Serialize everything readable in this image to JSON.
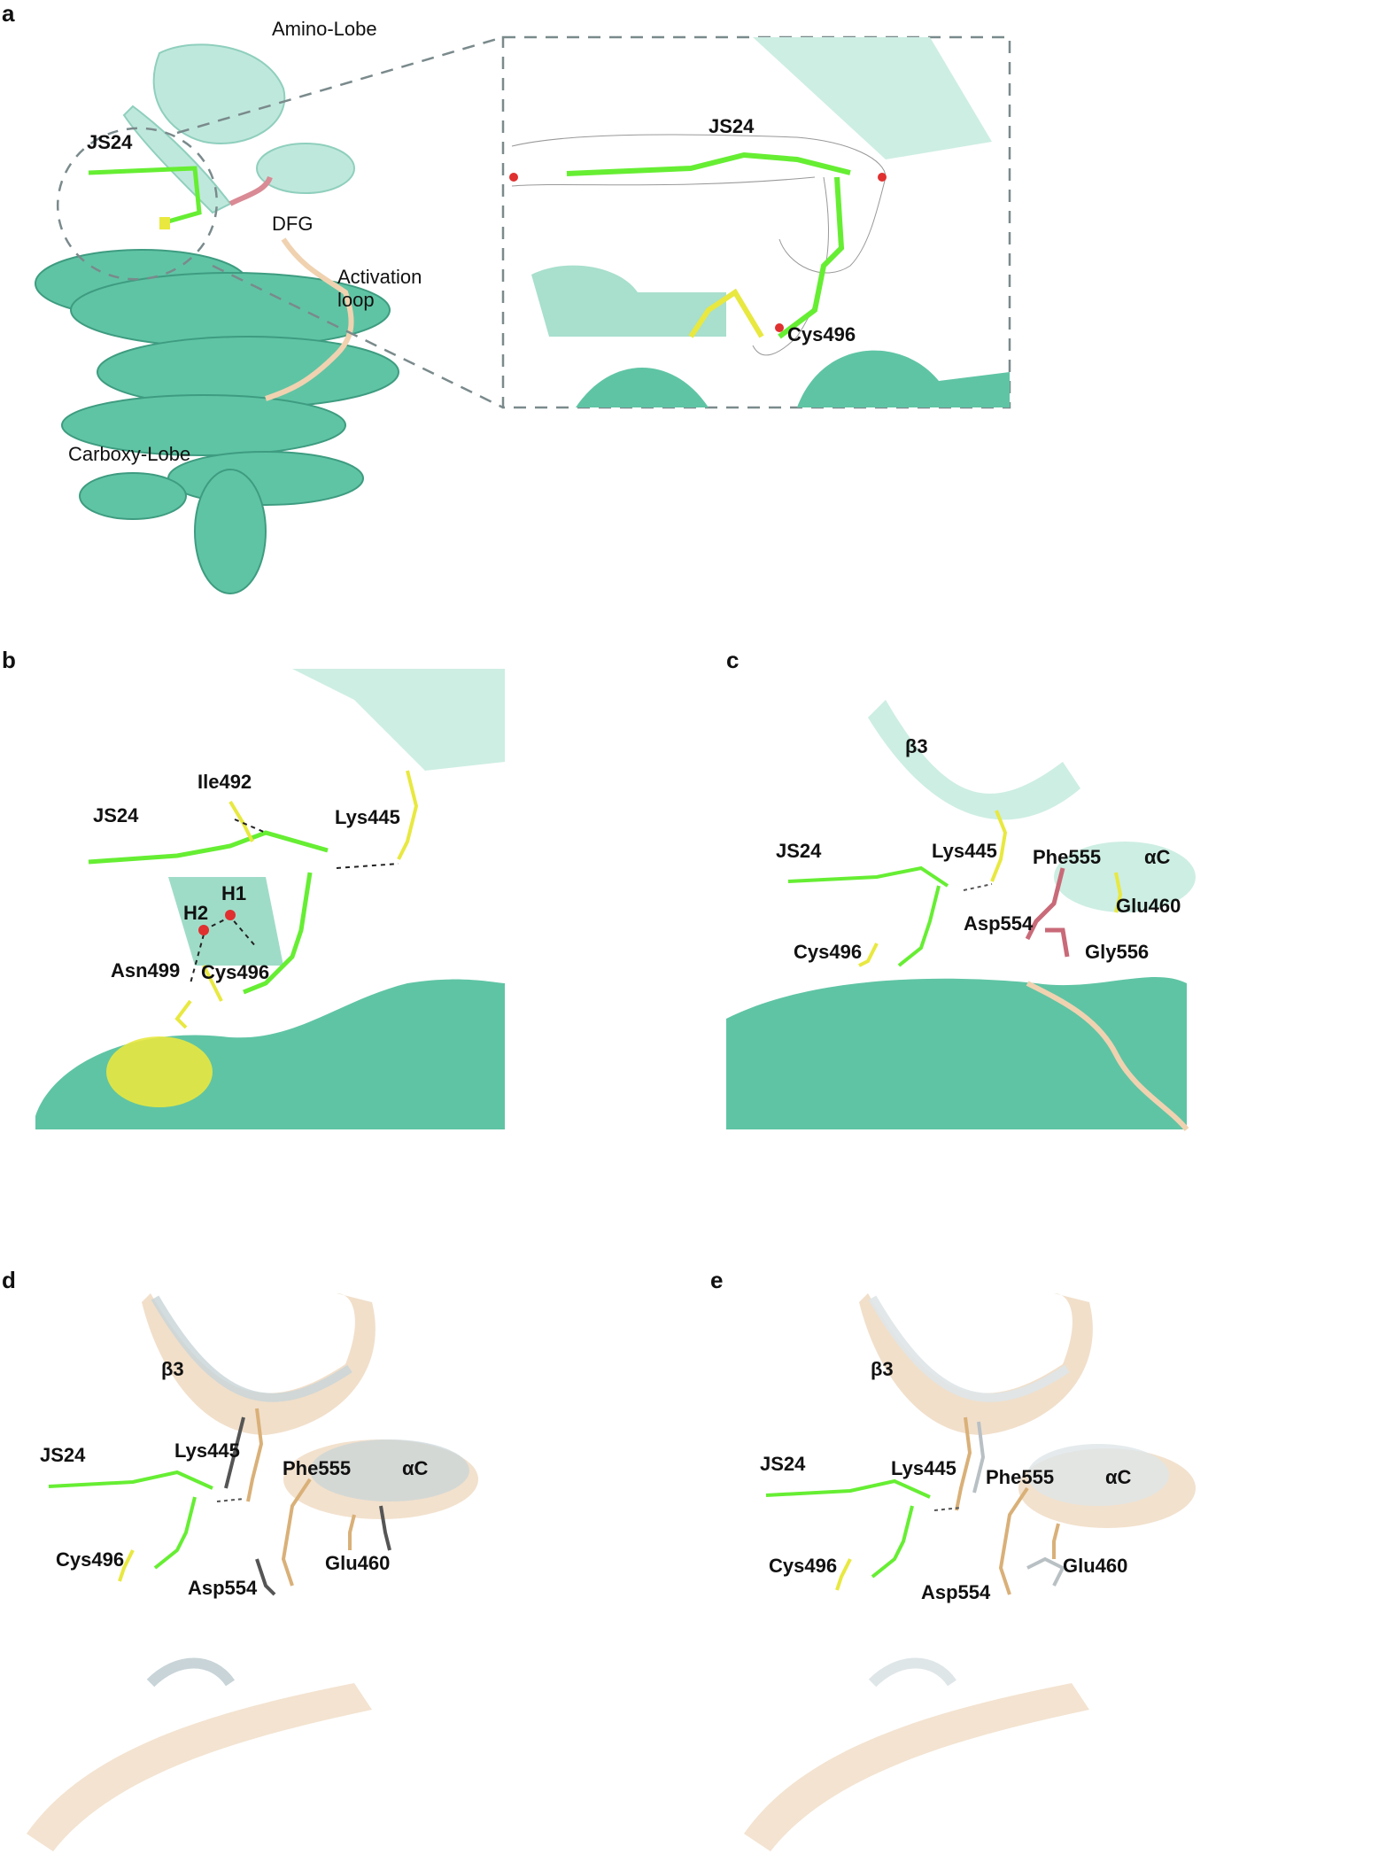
{
  "figure": {
    "panels": [
      {
        "id": "a",
        "label": "a",
        "annotations": {
          "amino_lobe": "Amino-Lobe",
          "carboxy_lobe": "Carboxy-Lobe",
          "ligand": "JS24",
          "dfg": "DFG",
          "activation_loop_1": "Activation",
          "activation_loop_2": "loop"
        },
        "inset": {
          "ligand": "JS24",
          "residue": "Cys496"
        }
      },
      {
        "id": "b",
        "label": "b",
        "annotations": {
          "ligand": "JS24",
          "ile": "Ile492",
          "lys": "Lys445",
          "h1": "H1",
          "h2": "H2",
          "asn": "Asn499",
          "cys": "Cys496"
        }
      },
      {
        "id": "c",
        "label": "c",
        "annotations": {
          "beta3": "β3",
          "ligand": "JS24",
          "lys": "Lys445",
          "phe": "Phe555",
          "alphac": "αC",
          "glu": "Glu460",
          "asp": "Asp554",
          "gly": "Gly556",
          "cys": "Cys496"
        }
      },
      {
        "id": "d",
        "label": "d",
        "annotations": {
          "beta3": "β3",
          "ligand": "JS24",
          "lys": "Lys445",
          "phe": "Phe555",
          "alphac": "αC",
          "cys": "Cys496",
          "asp": "Asp554",
          "glu": "Glu460"
        }
      },
      {
        "id": "e",
        "label": "e",
        "annotations": {
          "beta3": "β3",
          "ligand": "JS24",
          "lys": "Lys445",
          "phe": "Phe555",
          "alphac": "αC",
          "cys": "Cys496",
          "asp": "Asp554",
          "glu": "Glu460"
        }
      }
    ],
    "colors": {
      "protein_dark": "#5fc4a4",
      "protein_light": "#bfe8dc",
      "ligand": "#66ee33",
      "residue_yellow": "#e8e840",
      "dfg_pink": "#d98a94",
      "activation_loop": "#f0d2b0",
      "overlay_tan": "#f0dcc4",
      "overlay_grey": "#c8d4d8",
      "dash_line": "#7a8a8c"
    }
  }
}
